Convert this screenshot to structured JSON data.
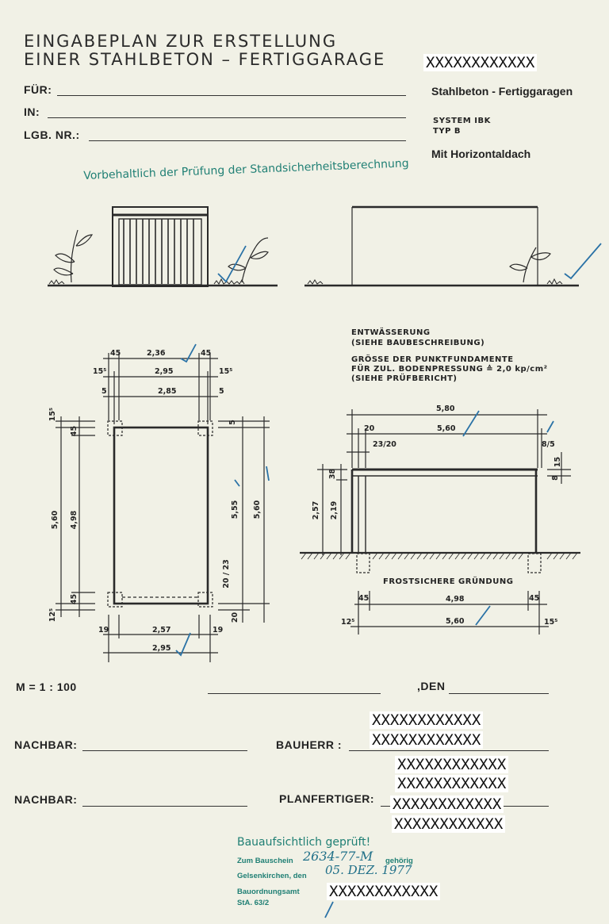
{
  "header": {
    "title_line1": "EINGABEPLAN  ZUR  ERSTELLUNG",
    "title_line2": "EINER  STAHLBETON – FERTIGGARAGE",
    "redacted_top": "XXXXXXXXXXXX",
    "field_fuer": "FÜR:",
    "field_in": "IN:",
    "field_lgb": "LGB. NR.:",
    "product": "Stahlbeton - Fertiggaragen",
    "system": "SYSTEM IBK",
    "typ": "TYP B",
    "roof": "Mit  Horizontaldach"
  },
  "stamp_note": "Vorbehaltlich der Prüfung der Standsicherheitsberechnung",
  "drawing_notes": {
    "entwaesserung": "ENTWÄSSERUNG",
    "siehe_bau": "(SIEHE  BAUBESCHREIBUNG)",
    "groesse": "GRÖSSE  DER  PUNKTFUNDAMENTE",
    "fuer_zul": "FÜR  ZUL. BODENPRESSUNG ≙ 2,0 kp/cm²",
    "siehe_pruef": "(SIEHE  PRÜFBERICHT)",
    "frost": "FROSTSICHERE  GRÜNDUNG"
  },
  "dimensions": {
    "plan": {
      "d45a": "45",
      "d236": "2,36",
      "d45b": "45",
      "d15a": "15⁵",
      "d295": "2,95",
      "d15b": "15⁵",
      "d5a": "5",
      "d285": "2,85",
      "d5b": "5",
      "d560": "5,60",
      "d498": "4,98",
      "d45l": "45",
      "d45l2": "45",
      "d12": "12⁵",
      "d15v": "15⁵",
      "d555": "5,55",
      "d560r": "5,60",
      "d5r": "5",
      "d2023": "20 / 23",
      "d20": "20",
      "d19a": "19",
      "d257": "2,57",
      "d19b": "19",
      "d295b": "2,95"
    },
    "section": {
      "d580": "5,80",
      "d20": "20",
      "d560": "5,60",
      "d2320": "23/20",
      "d85": "8/5",
      "d15": "15",
      "d8": "8",
      "d257": "2,57",
      "d219": "2,19",
      "d38": "38",
      "d45a": "45",
      "d498": "4,98",
      "d45b": "45",
      "d12": "12⁵",
      "d560b": "5,60",
      "d15b": "15⁵"
    }
  },
  "scale": "M = 1 : 100",
  "den_label": ",DEN",
  "nachbar1": "NACHBAR:",
  "nachbar2": "NACHBAR:",
  "bauherr_label": "BAUHERR :",
  "bauherr_redact1": "XXXXXXXXXXXX",
  "bauherr_redact2": "XXXXXXXXXXXX",
  "redact_mid1": "XXXXXXXXXXXX",
  "redact_mid2": "XXXXXXXXXXXX",
  "planfertiger_label": "PLANFERTIGER:",
  "planfertiger_redact1": "XXXXXXXXXXXX",
  "planfertiger_redact2": "XXXXXXXXXXXX",
  "approval": {
    "title": "Bauaufsichtlich geprüft!",
    "line1": "Zum Bauschein",
    "bauschein_no": "2634-77-M",
    "line1b": "gehörig",
    "line2": "Gelsenkirchen, den",
    "date": "05. DEZ. 1977",
    "line3": "Bauordnungsamt",
    "line4": "StA. 63/2",
    "redacted": "XXXXXXXXXXXX"
  }
}
